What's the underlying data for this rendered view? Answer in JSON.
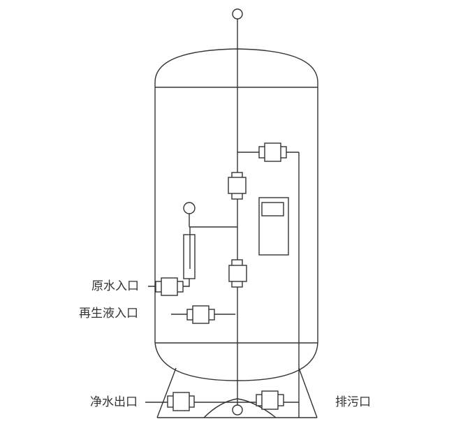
{
  "labels": {
    "raw_water_inlet": "原水入口",
    "regenerant_inlet": "再生液入口",
    "clean_water_outlet": "净水出口",
    "drain_outlet": "排污口"
  }
}
